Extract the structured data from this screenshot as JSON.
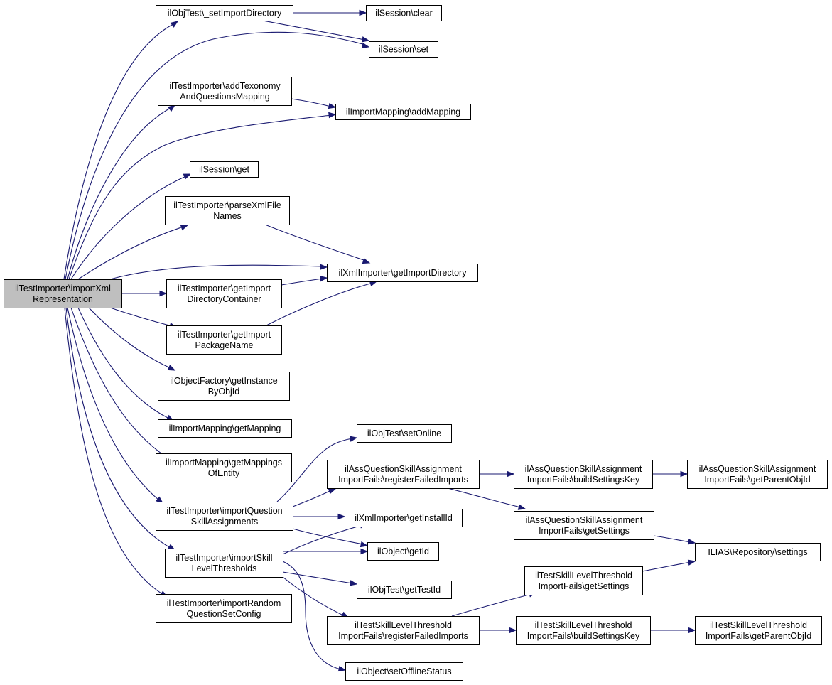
{
  "graph": {
    "root": "root",
    "nodes": [
      {
        "id": "root",
        "lines": [
          "ilTestImporter\\importXml",
          "Representation"
        ]
      },
      {
        "id": "setImportDirectory",
        "lines": [
          "ilObjTest\\_setImportDirectory"
        ]
      },
      {
        "id": "sessionClear",
        "lines": [
          "ilSession\\clear"
        ]
      },
      {
        "id": "sessionSet",
        "lines": [
          "ilSession\\set"
        ]
      },
      {
        "id": "addTexonomy",
        "lines": [
          "ilTestImporter\\addTexonomy",
          "AndQuestionsMapping"
        ]
      },
      {
        "id": "addMapping",
        "lines": [
          "ilImportMapping\\addMapping"
        ]
      },
      {
        "id": "sessionGet",
        "lines": [
          "ilSession\\get"
        ]
      },
      {
        "id": "parseXmlFileNames",
        "lines": [
          "ilTestImporter\\parseXmlFile",
          "Names"
        ]
      },
      {
        "id": "getImportDirectory",
        "lines": [
          "ilXmlImporter\\getImportDirectory"
        ]
      },
      {
        "id": "getImportDirectoryContainer",
        "lines": [
          "ilTestImporter\\getImport",
          "DirectoryContainer"
        ]
      },
      {
        "id": "getImportPackageName",
        "lines": [
          "ilTestImporter\\getImport",
          "PackageName"
        ]
      },
      {
        "id": "getInstanceByObjId",
        "lines": [
          "ilObjectFactory\\getInstance",
          "ByObjId"
        ]
      },
      {
        "id": "getMapping",
        "lines": [
          "ilImportMapping\\getMapping"
        ]
      },
      {
        "id": "getMappingsOfEntity",
        "lines": [
          "ilImportMapping\\getMappings",
          "OfEntity"
        ]
      },
      {
        "id": "setOnline",
        "lines": [
          "ilObjTest\\setOnline"
        ]
      },
      {
        "id": "aqRegisterFailedImports",
        "lines": [
          "ilAssQuestionSkillAssignment",
          "ImportFails\\registerFailedImports"
        ]
      },
      {
        "id": "aqBuildSettingsKey",
        "lines": [
          "ilAssQuestionSkillAssignment",
          "ImportFails\\buildSettingsKey"
        ]
      },
      {
        "id": "aqGetParentObjId",
        "lines": [
          "ilAssQuestionSkillAssignment",
          "ImportFails\\getParentObjId"
        ]
      },
      {
        "id": "importQuestionSkillAssignments",
        "lines": [
          "ilTestImporter\\importQuestion",
          "SkillAssignments"
        ]
      },
      {
        "id": "getInstallId",
        "lines": [
          "ilXmlImporter\\getInstallId"
        ]
      },
      {
        "id": "aqGetSettings",
        "lines": [
          "ilAssQuestionSkillAssignment",
          "ImportFails\\getSettings"
        ]
      },
      {
        "id": "repositorySettings",
        "lines": [
          "ILIAS\\Repository\\settings"
        ]
      },
      {
        "id": "objectGetId",
        "lines": [
          "ilObject\\getId"
        ]
      },
      {
        "id": "importSkillLevelThresholds",
        "lines": [
          "ilTestImporter\\importSkill",
          "LevelThresholds"
        ]
      },
      {
        "id": "tsGetSettings",
        "lines": [
          "ilTestSkillLevelThreshold",
          "ImportFails\\getSettings"
        ]
      },
      {
        "id": "getTestId",
        "lines": [
          "ilObjTest\\getTestId"
        ]
      },
      {
        "id": "importRandomQuestionSetConfig",
        "lines": [
          "ilTestImporter\\importRandom",
          "QuestionSetConfig"
        ]
      },
      {
        "id": "tsRegisterFailedImports",
        "lines": [
          "ilTestSkillLevelThreshold",
          "ImportFails\\registerFailedImports"
        ]
      },
      {
        "id": "tsBuildSettingsKey",
        "lines": [
          "ilTestSkillLevelThreshold",
          "ImportFails\\buildSettingsKey"
        ]
      },
      {
        "id": "tsGetParentObjId",
        "lines": [
          "ilTestSkillLevelThreshold",
          "ImportFails\\getParentObjId"
        ]
      },
      {
        "id": "setOfflineStatus",
        "lines": [
          "ilObject\\setOfflineStatus"
        ]
      }
    ],
    "edges": [
      {
        "from": "root",
        "to": "setImportDirectory"
      },
      {
        "from": "root",
        "to": "sessionSet"
      },
      {
        "from": "root",
        "to": "addTexonomy"
      },
      {
        "from": "root",
        "to": "addMapping"
      },
      {
        "from": "root",
        "to": "sessionGet"
      },
      {
        "from": "root",
        "to": "parseXmlFileNames"
      },
      {
        "from": "root",
        "to": "getImportDirectory"
      },
      {
        "from": "root",
        "to": "getImportDirectoryContainer"
      },
      {
        "from": "root",
        "to": "getImportPackageName"
      },
      {
        "from": "root",
        "to": "getInstanceByObjId"
      },
      {
        "from": "root",
        "to": "getMapping"
      },
      {
        "from": "root",
        "to": "getMappingsOfEntity"
      },
      {
        "from": "root",
        "to": "importQuestionSkillAssignments"
      },
      {
        "from": "root",
        "to": "importSkillLevelThresholds"
      },
      {
        "from": "root",
        "to": "importRandomQuestionSetConfig"
      },
      {
        "from": "setImportDirectory",
        "to": "sessionClear"
      },
      {
        "from": "setImportDirectory",
        "to": "sessionSet"
      },
      {
        "from": "addTexonomy",
        "to": "addMapping"
      },
      {
        "from": "parseXmlFileNames",
        "to": "getImportDirectory"
      },
      {
        "from": "getImportDirectoryContainer",
        "to": "getImportDirectory"
      },
      {
        "from": "getImportPackageName",
        "to": "getImportDirectory"
      },
      {
        "from": "importQuestionSkillAssignments",
        "to": "setOnline"
      },
      {
        "from": "importQuestionSkillAssignments",
        "to": "aqRegisterFailedImports"
      },
      {
        "from": "importQuestionSkillAssignments",
        "to": "getInstallId"
      },
      {
        "from": "importQuestionSkillAssignments",
        "to": "objectGetId"
      },
      {
        "from": "aqRegisterFailedImports",
        "to": "aqBuildSettingsKey"
      },
      {
        "from": "aqRegisterFailedImports",
        "to": "aqGetSettings"
      },
      {
        "from": "aqBuildSettingsKey",
        "to": "aqGetParentObjId"
      },
      {
        "from": "aqGetSettings",
        "to": "repositorySettings"
      },
      {
        "from": "importSkillLevelThresholds",
        "to": "getInstallId"
      },
      {
        "from": "importSkillLevelThresholds",
        "to": "objectGetId"
      },
      {
        "from": "importSkillLevelThresholds",
        "to": "getTestId"
      },
      {
        "from": "importSkillLevelThresholds",
        "to": "tsRegisterFailedImports"
      },
      {
        "from": "importSkillLevelThresholds",
        "to": "setOfflineStatus"
      },
      {
        "from": "tsRegisterFailedImports",
        "to": "tsGetSettings"
      },
      {
        "from": "tsRegisterFailedImports",
        "to": "tsBuildSettingsKey"
      },
      {
        "from": "tsBuildSettingsKey",
        "to": "tsGetParentObjId"
      },
      {
        "from": "tsGetSettings",
        "to": "repositorySettings"
      }
    ],
    "colors": {
      "edge": "#191970",
      "node_border": "#000000",
      "root_fill": "#bfbfbf",
      "node_fill": "#ffffff"
    }
  }
}
